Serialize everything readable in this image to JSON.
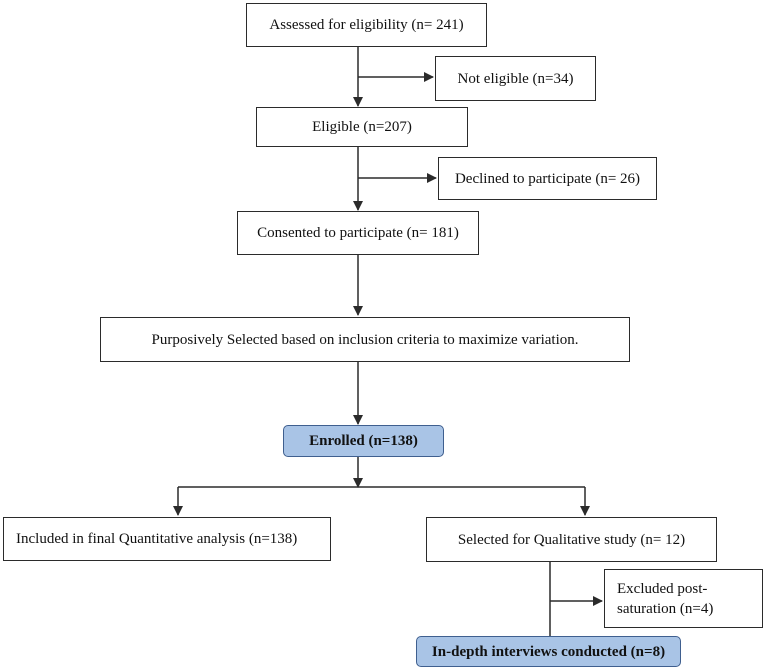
{
  "flowchart": {
    "assessed": "Assessed for eligibility (n= 241)",
    "not_eligible": "Not eligible (n=34)",
    "eligible": "Eligible (n=207)",
    "declined": "Declined to participate (n= 26)",
    "consented": "Consented to participate (n= 181)",
    "selected": "Purposively Selected based on inclusion criteria to maximize variation.",
    "enrolled": "Enrolled (n=138)",
    "quantitative": "Included in final Quantitative analysis (n=138)",
    "qualitative": "Selected for Qualitative study (n= 12)",
    "excluded_line1": "Excluded post-",
    "excluded_line2": "saturation (n=4)",
    "interviews": "In-depth interviews conducted (n=8)"
  },
  "colors": {
    "highlight_fill": "#a9c4e6",
    "highlight_border": "#3f5f8f",
    "line": "#2b2b2b"
  }
}
